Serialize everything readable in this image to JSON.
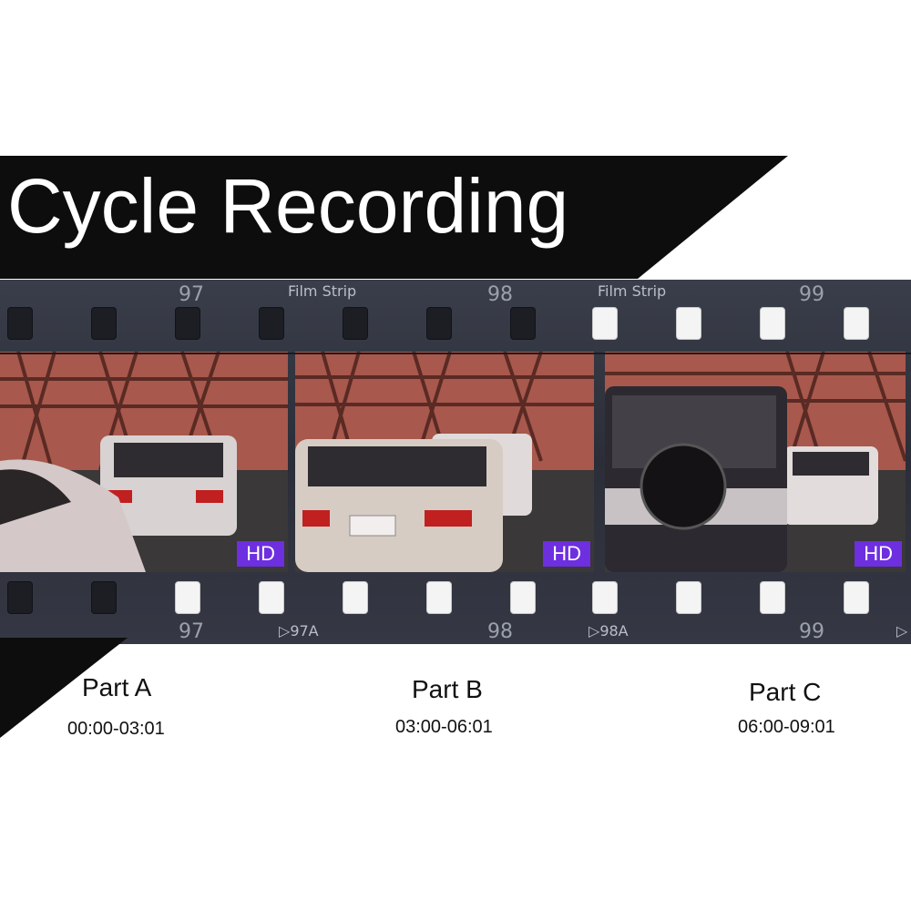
{
  "title": "Cycle Recording",
  "colors": {
    "banner": "#0d0d0d",
    "hd_badge": "#6d2fe0",
    "film": "#2f323c"
  },
  "film": {
    "top_numbers": [
      "97",
      "98",
      "99"
    ],
    "top_labels": [
      "Film Strip",
      "Film Strip"
    ],
    "bottom_numbers": [
      "97",
      "98",
      "99"
    ],
    "bottom_labels": [
      "97A",
      "98A"
    ],
    "frames": [
      {
        "badge": "HD"
      },
      {
        "badge": "HD"
      },
      {
        "badge": "HD"
      }
    ]
  },
  "parts": [
    {
      "label": "Part A",
      "time": "00:00-03:01"
    },
    {
      "label": "Part B",
      "time": "03:00-06:01"
    },
    {
      "label": "Part C",
      "time": "06:00-09:01"
    }
  ]
}
